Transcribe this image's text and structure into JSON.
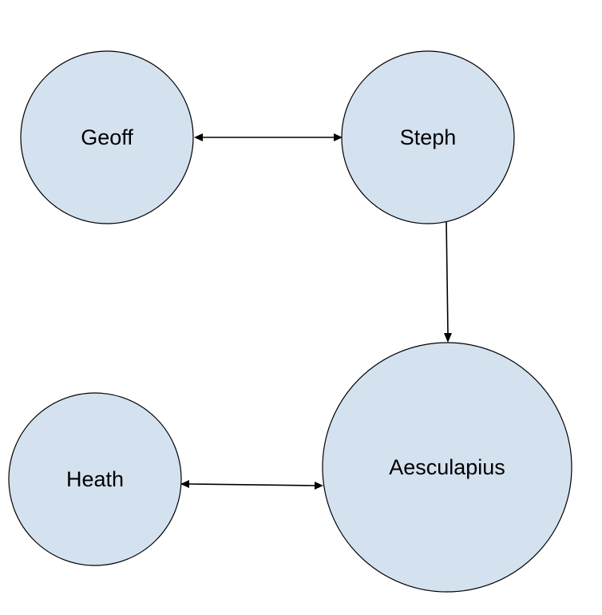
{
  "diagram": {
    "style": {
      "node_fill": "#d4e1ef",
      "node_stroke": "#000000",
      "edge_color": "#000000",
      "background": "#ffffff"
    },
    "nodes": [
      {
        "id": "geoff",
        "label": "Geoff"
      },
      {
        "id": "steph",
        "label": "Steph"
      },
      {
        "id": "aesculapius",
        "label": "Aesculapius"
      },
      {
        "id": "heath",
        "label": "Heath"
      }
    ],
    "edges": [
      {
        "from": "geoff",
        "to": "steph",
        "direction": "both"
      },
      {
        "from": "steph",
        "to": "aesculapius",
        "direction": "forward"
      },
      {
        "from": "heath",
        "to": "aesculapius",
        "direction": "both"
      }
    ]
  }
}
